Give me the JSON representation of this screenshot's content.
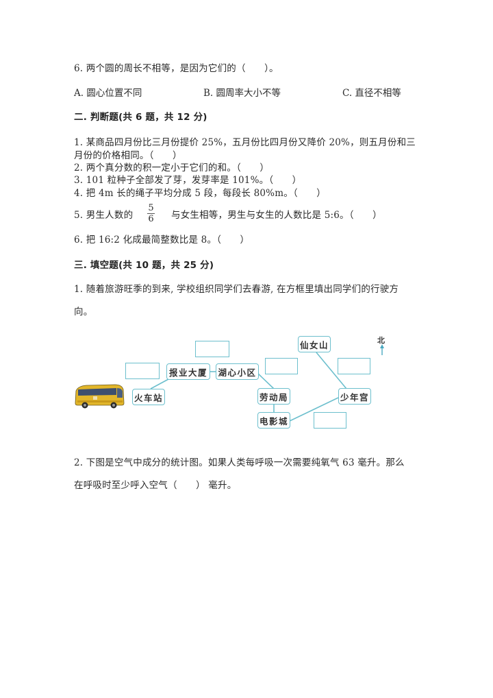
{
  "question6": {
    "stem": "6. 两个圆的周长不相等，是因为它们的（　　）。",
    "options": [
      {
        "label": "A. 圆心位置不同"
      },
      {
        "label": "B. 圆周率大小不等"
      },
      {
        "label": "C. 直径不相等"
      }
    ]
  },
  "section2": {
    "heading": "二. 判断题(共 6 题，共 12 分)",
    "items": [
      {
        "line1": "1. 某商品四月份比三月份提价 25%，五月份比四月份又降价 20%，则五月份和三",
        "line2": "月份的价格相同。（　　）"
      },
      {
        "text": "2. 两个真分数的积一定小于它们的和。（　　）"
      },
      {
        "text": "3. 101 粒种子全部发了芽，发芽率是 101%。（　　）"
      },
      {
        "text": "4. 把 4m 长的绳子平均分成 5 段，每段长 80%m。（　　）"
      },
      {
        "prefix": "5. 男生人数的",
        "fraction": {
          "numerator": "5",
          "denominator": "6"
        },
        "suffix": "与女生相等，男生与女生的人数比是 5:6。（　　）"
      },
      {
        "text": "6. 把 16:2 化成最简整数比是 8。（　　）"
      }
    ]
  },
  "section3": {
    "heading": "三. 填空题(共 10 题，共 25 分)",
    "q1": {
      "line1": "1. 随着旅游旺季的到来, 学校组织同学们去春游, 在方框里填出同学们的行驶方",
      "line2": "向。",
      "diagram": {
        "north_label": "北",
        "nodes": {
          "train_station": "火车站",
          "newspaper_building": "报业大厦",
          "lake_heart_district": "湖心小区",
          "labor_bureau": "劳动局",
          "cinema": "电影城",
          "youth_palace": "少年宫",
          "fairy_mountain": "仙女山"
        },
        "link_color": "#6cbfcd"
      }
    },
    "q2": {
      "line1": "2. 下图是空气中成分的统计图。如果人类每呼吸一次需要纯氧气 63 毫升。那么",
      "line2": "在呼吸时至少呼入空气（　　） 毫升。"
    }
  }
}
